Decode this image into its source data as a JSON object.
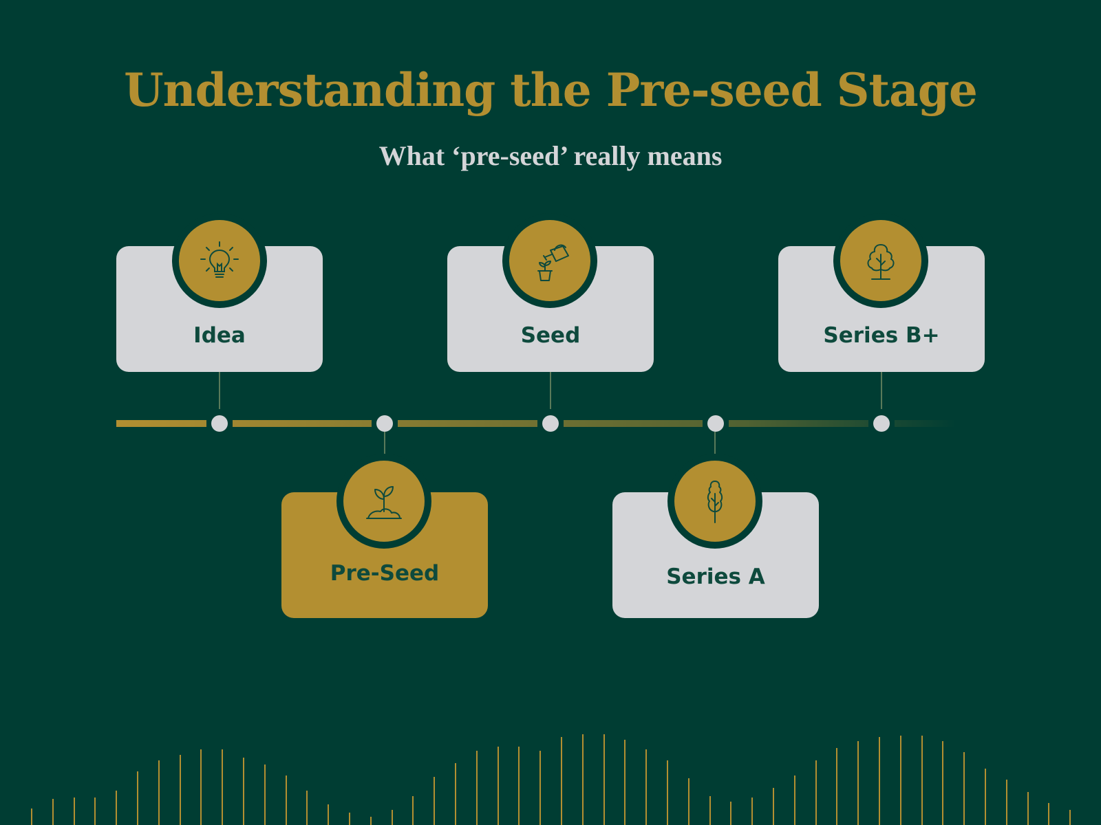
{
  "title": "Understanding the Pre-seed Stage",
  "subtitle": "What ‘pre-seed’ really means",
  "colors": {
    "background": "#003d33",
    "accent_gold": "#b38f31",
    "card_light": "#d4d5d8",
    "label_dark": "#0e4a3d"
  },
  "stages": [
    {
      "label": "Idea",
      "icon": "lightbulb-icon",
      "highlighted": false
    },
    {
      "label": "Pre-Seed",
      "icon": "sprout-icon",
      "highlighted": true
    },
    {
      "label": "Seed",
      "icon": "watering-can-icon",
      "highlighted": false
    },
    {
      "label": "Series A",
      "icon": "young-tree-icon",
      "highlighted": false
    },
    {
      "label": "Series B+",
      "icon": "tree-icon",
      "highlighted": false
    }
  ]
}
